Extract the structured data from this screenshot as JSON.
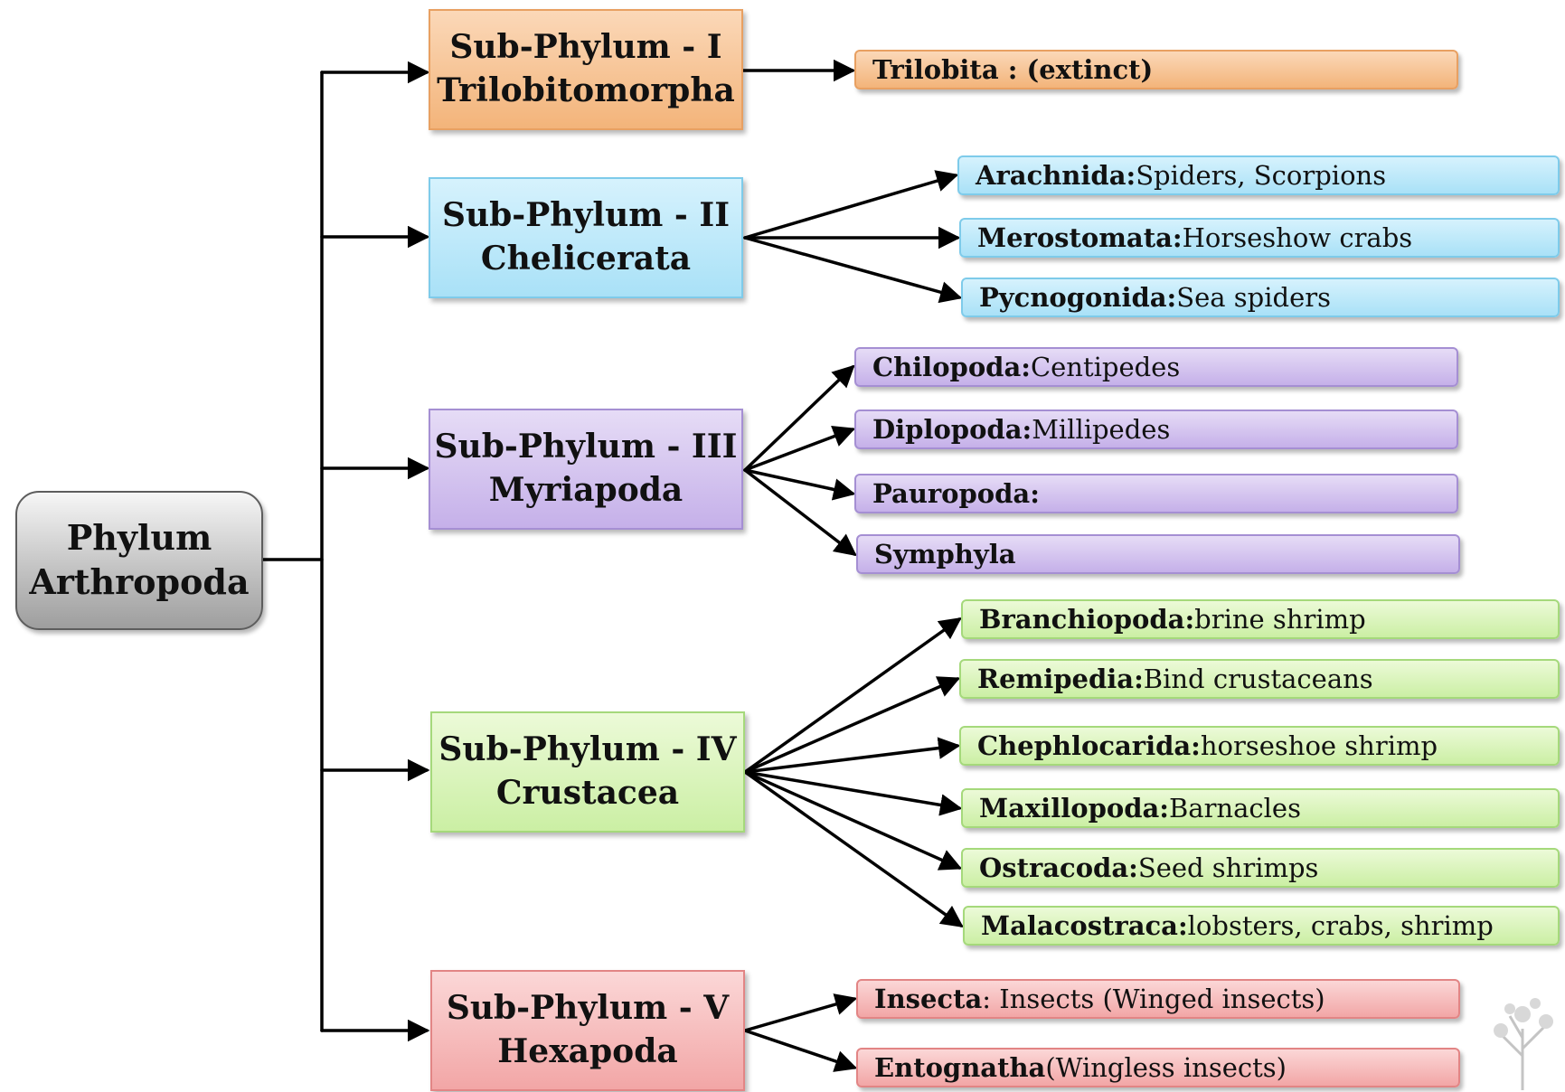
{
  "root": {
    "line1": "Phylum",
    "line2": "Arthropoda"
  },
  "subphyla": [
    {
      "line1": "Sub-Phylum - I",
      "line2": "Trilobitomorpha",
      "color": "#f3b47a",
      "classes": [
        {
          "name": "Trilobita : (extinct)",
          "desc": ""
        }
      ]
    },
    {
      "line1": "Sub-Phylum - II",
      "line2": "Chelicerata",
      "color": "#a9e1f7",
      "classes": [
        {
          "name": "Arachnida:",
          "desc": " Spiders, Scorpions"
        },
        {
          "name": "Merostomata:",
          "desc": " Horseshow crabs"
        },
        {
          "name": "Pycnogonida:",
          "desc": " Sea spiders"
        }
      ]
    },
    {
      "line1": "Sub-Phylum - III",
      "line2": "Myriapoda",
      "color": "#c5b0e9",
      "classes": [
        {
          "name": "Chilopoda:",
          "desc": " Centipedes"
        },
        {
          "name": "Diplopoda:",
          "desc": " Millipedes"
        },
        {
          "name": "Pauropoda:",
          "desc": ""
        },
        {
          "name": "Symphyla",
          "desc": ""
        }
      ]
    },
    {
      "line1": "Sub-Phylum - IV",
      "line2": "Crustacea",
      "color": "#cbefa4",
      "classes": [
        {
          "name": "Branchiopoda:",
          "desc": "  brine shrimp"
        },
        {
          "name": "Remipedia:",
          "desc": " Bind crustaceans"
        },
        {
          "name": "Chephlocarida:",
          "desc": " horseshoe shrimp"
        },
        {
          "name": "Maxillopoda:",
          "desc": "  Barnacles"
        },
        {
          "name": "Ostracoda:",
          "desc": " Seed shrimps"
        },
        {
          "name": "Malacostraca:",
          "desc": " lobsters, crabs, shrimp"
        }
      ]
    },
    {
      "line1": "Sub-Phylum - V",
      "line2": "Hexapoda",
      "color": "#f2a6a6",
      "classes": [
        {
          "name": "Insecta",
          "desc": ": Insects (Winged insects)"
        },
        {
          "name": "Entognatha",
          "desc": " (Wingless insects)"
        }
      ]
    }
  ]
}
